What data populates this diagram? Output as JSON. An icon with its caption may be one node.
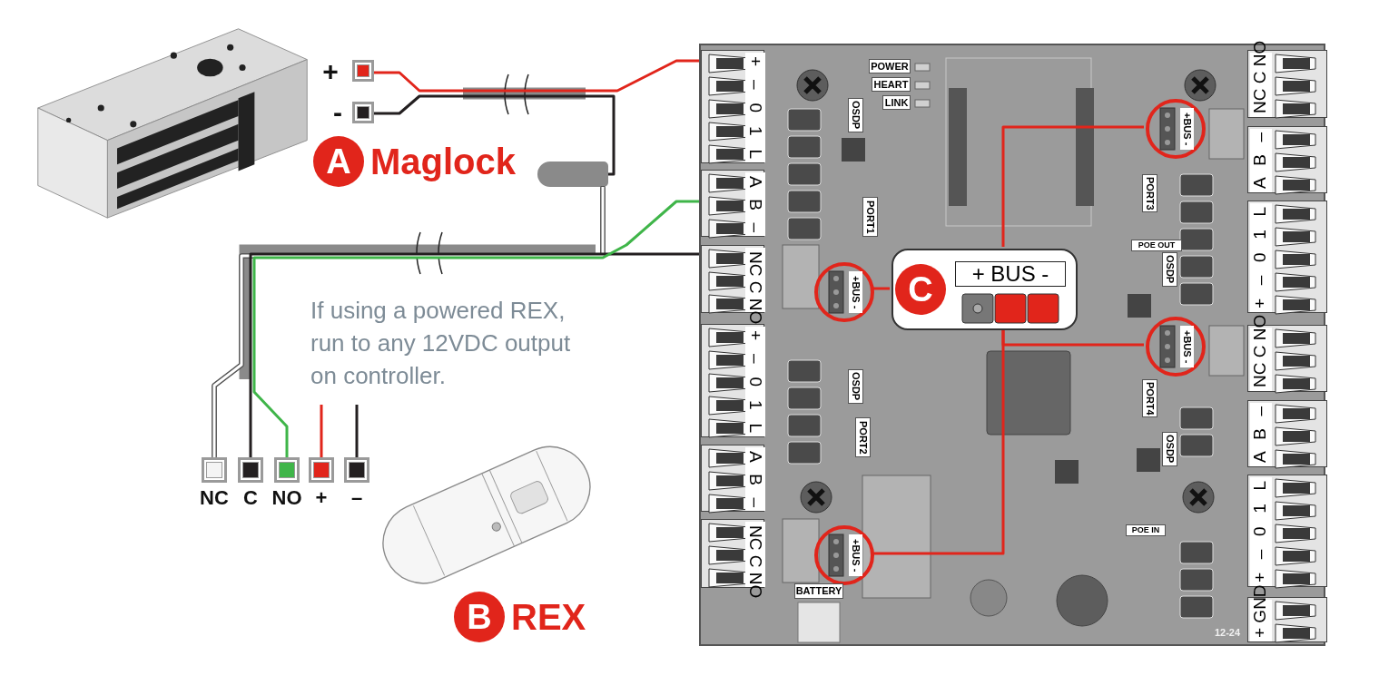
{
  "diagram": {
    "nodes": [
      {
        "text": [],
        "shape": "picture",
        "beside": [
          "A",
          "Maglock"
        ]
      },
      {
        "text": [
          "+"
        ]
      },
      {
        "text": [
          "-"
        ]
      },
      {
        "text": [],
        "shape": "oval"
      },
      {
        "text": [],
        "shape": "picture",
        "beside": [
          "B",
          "REX"
        ]
      },
      {
        "text": [
          "NC"
        ]
      },
      {
        "text": [
          "C"
        ]
      },
      {
        "text": [
          "NO"
        ]
      },
      {
        "text": [
          "+"
        ]
      },
      {
        "text": [
          "–"
        ]
      },
      {
        "text": [],
        "shape": "box"
      },
      {
        "text": [
          "+ – 0 1 L"
        ],
        "in": 10
      },
      {
        "text": [
          "A B –"
        ],
        "in": 10
      },
      {
        "text": [
          "NC C NO"
        ],
        "in": 10
      },
      {
        "text": [
          "+ – 0 1 L"
        ],
        "in": 10
      },
      {
        "text": [
          "A B –"
        ],
        "in": 10
      },
      {
        "text": [
          "NC C NO"
        ],
        "in": 10
      },
      {
        "text": [
          "NC C NO"
        ],
        "in": 10
      },
      {
        "text": [
          "A B –"
        ],
        "in": 10
      },
      {
        "text": [
          "+ – 0 1 L"
        ],
        "in": 10
      },
      {
        "text": [
          "NC C NO"
        ],
        "in": 10
      },
      {
        "text": [
          "A B –"
        ],
        "in": 10
      },
      {
        "text": [
          "+ – 0 1 L"
        ],
        "in": 10
      },
      {
        "text": [
          "+ GND"
        ],
        "in": 10
      },
      {
        "text": [
          "+BUS -"
        ],
        "in": 10
      },
      {
        "text": [
          "+BUS -"
        ],
        "in": 10
      },
      {
        "text": [
          "+BUS -"
        ],
        "in": 10
      },
      {
        "text": [
          "+BUS -"
        ],
        "in": 10
      },
      {
        "text": [
          "C",
          "+ BUS -"
        ],
        "in": 10
      }
    ],
    "edges": [
      {
        "from": 1,
        "to": 11,
        "arrow": "none",
        "color": "#e1251b"
      },
      {
        "from": 2,
        "to": 3,
        "arrow": "none",
        "color": "#231f20"
      },
      {
        "from": 5,
        "to": 3,
        "arrow": "none",
        "color": "#ffffff"
      },
      {
        "from": 6,
        "to": 13,
        "arrow": "none",
        "color": "#231f20"
      },
      {
        "from": 7,
        "to": 12,
        "arrow": "none",
        "color": "#3fb549"
      },
      {
        "from": 8,
        "to": null,
        "arrow": "none",
        "color": "#e1251b"
      },
      {
        "from": 9,
        "to": null,
        "arrow": "none",
        "color": "#231f20"
      },
      {
        "from": 28,
        "to": 24,
        "arrow": "none",
        "color": "#e1251b"
      },
      {
        "from": 28,
        "to": 25,
        "arrow": "none",
        "color": "#e1251b"
      },
      {
        "from": 28,
        "to": 26,
        "arrow": "none",
        "color": "#e1251b"
      },
      {
        "from": 28,
        "to": 27,
        "arrow": "none",
        "color": "#e1251b"
      }
    ],
    "labels": [
      "POWER",
      "HEART",
      "LINK",
      "OSDP",
      "PORT1",
      "OSDP",
      "PORT2",
      "BATTERY",
      "PORT3",
      "POE OUT",
      "OSDP",
      "PORT4",
      "OSDP",
      "POE IN",
      "12-24",
      "If using a powered REX, run to any 12VDC output on controller."
    ]
  }
}
